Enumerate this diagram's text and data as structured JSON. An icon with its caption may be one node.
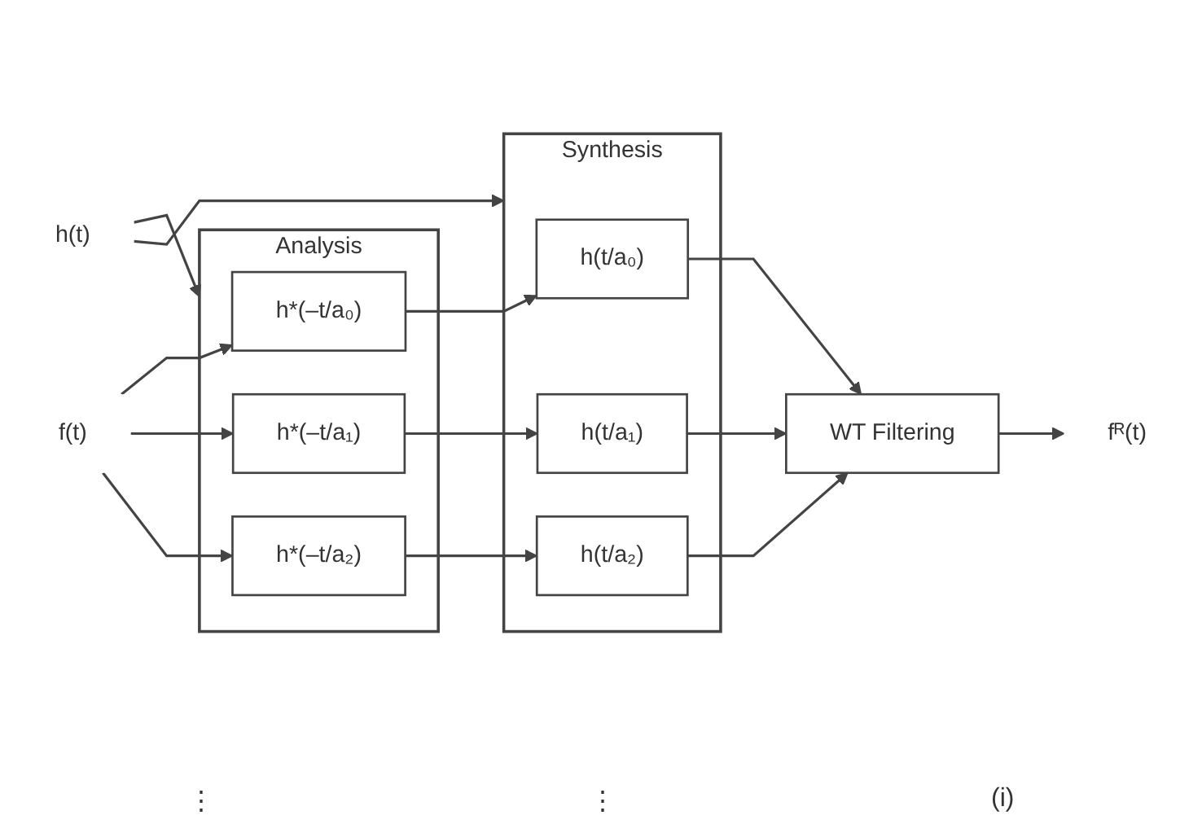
{
  "diagram": {
    "nodes": [
      {
        "text": [
          "Analysis"
        ]
      },
      {
        "text": [
          "h*(–t/a₀)"
        ],
        "in": 0
      },
      {
        "text": [
          "h*(–t/a₁)"
        ],
        "in": 0
      },
      {
        "text": [
          "h*(–t/a₂)"
        ],
        "in": 0
      },
      {
        "text": [
          "Synthesis"
        ]
      },
      {
        "text": [
          "h(t/a₀)"
        ],
        "in": 4
      },
      {
        "text": [
          "h(t/a₁)"
        ],
        "in": 4
      },
      {
        "text": [
          "h(t/a₂)"
        ],
        "in": 4
      },
      {
        "text": [
          "WT Filtering"
        ]
      },
      {
        "text": [
          "f(t)"
        ]
      },
      {
        "text": [
          "fᴿ(t)"
        ]
      },
      {
        "text": [
          "h(t)"
        ]
      }
    ],
    "edges": [
      {
        "from": 9,
        "to": 1,
        "arrow": "to"
      },
      {
        "from": 9,
        "to": 2,
        "arrow": "to"
      },
      {
        "from": 9,
        "to": 3,
        "arrow": "to"
      },
      {
        "from": 1,
        "to": 5,
        "arrow": "to"
      },
      {
        "from": 2,
        "to": 6,
        "arrow": "to"
      },
      {
        "from": 3,
        "to": 7,
        "arrow": "to"
      },
      {
        "from": 5,
        "to": 8,
        "arrow": "to"
      },
      {
        "from": 6,
        "to": 8,
        "arrow": "to"
      },
      {
        "from": 7,
        "to": 8,
        "arrow": "to"
      },
      {
        "from": 8,
        "to": 10,
        "arrow": "to"
      },
      {
        "from": 11,
        "to": 0,
        "arrow": "to"
      },
      {
        "from": 11,
        "to": 4,
        "arrow": "to"
      }
    ],
    "labels": [
      "⋮",
      "⋮",
      "(i)"
    ]
  }
}
